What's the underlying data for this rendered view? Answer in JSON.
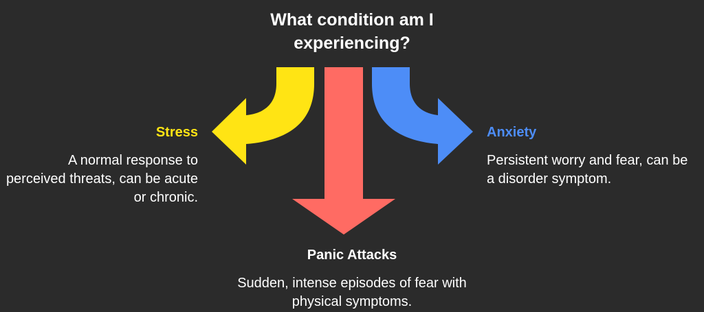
{
  "title": "What condition am I experiencing?",
  "colors": {
    "background": "#2b2b2b",
    "stress": "#ffe414",
    "panic": "#ff6b63",
    "anxiety": "#4d8df7",
    "text": "#ffffff"
  },
  "branches": {
    "stress": {
      "label": "Stress",
      "description": "A normal response to perceived threats, can be acute or chronic."
    },
    "panic": {
      "label": "Panic Attacks",
      "description": "Sudden, intense episodes of fear with physical symptoms."
    },
    "anxiety": {
      "label": "Anxiety",
      "description": "Persistent worry and fear, can be a disorder symptom."
    }
  }
}
